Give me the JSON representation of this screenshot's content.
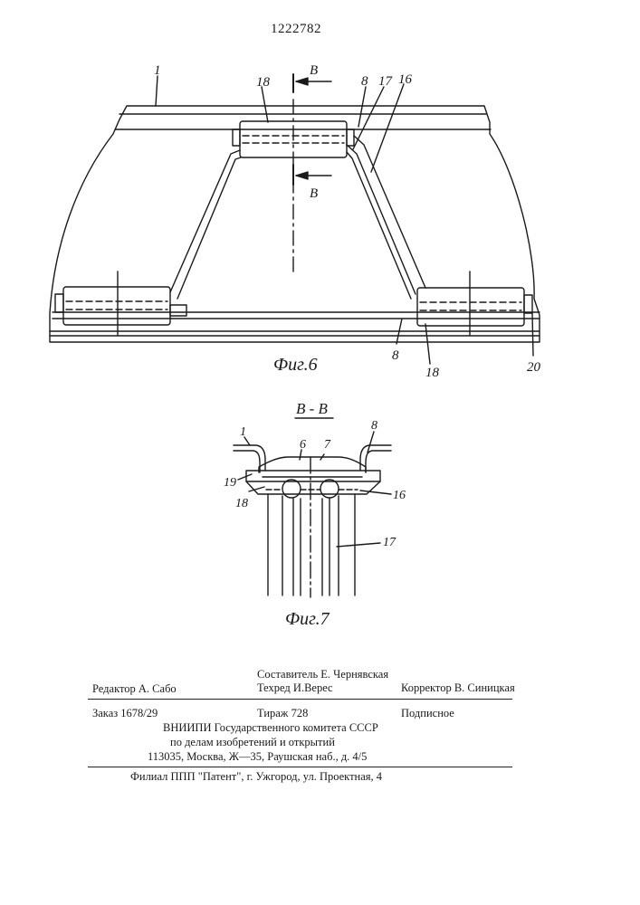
{
  "header": {
    "patent_number": "1222782"
  },
  "figure6": {
    "caption": "Фиг.6",
    "labels": {
      "l1": "1",
      "l8_top": "8",
      "l17": "17",
      "l16": "16",
      "l18_top": "18",
      "l8_bottom": "8",
      "l18_bottom": "18",
      "l20": "20"
    },
    "section_mark_top": "В",
    "section_mark_bottom": "В"
  },
  "figure7": {
    "section_title": "В - В",
    "caption": "Фиг.7",
    "labels": {
      "l1": "1",
      "l6": "6",
      "l7": "7",
      "l8": "8",
      "l19": "19",
      "l18": "18",
      "l16": "16",
      "l17": "17"
    }
  },
  "imprint": {
    "editor": "Редактор  А. Сабо",
    "compiler": "Составитель  Е. Чернявская",
    "techred": "Техред  И.Верес",
    "corrector": "Корректор  В. Синицкая",
    "order": "Заказ  1678/29",
    "circulation": "Тираж  728",
    "subscription": "Подписное",
    "org_line1": "ВНИИПИ  Государственного  комитета  СССР",
    "org_line2": "по  делам  изобретений  и  открытий",
    "org_line3": "113035,  Москва,  Ж—35,  Раушская  наб.,  д.  4/5",
    "branch": "Филиал  ППП  \"Патент\",  г.  Ужгород,  ул.  Проектная,  4"
  }
}
